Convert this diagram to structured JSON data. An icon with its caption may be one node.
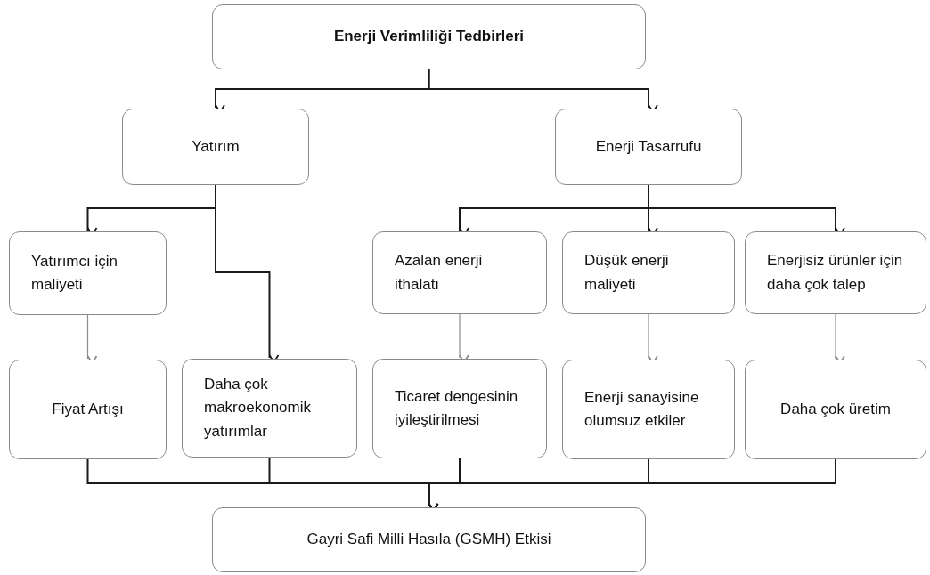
{
  "diagram": {
    "nodes": [
      {
        "text": [
          "Enerji Verimliliği Tedbirleri"
        ]
      },
      {
        "text": [
          "Yatırım"
        ]
      },
      {
        "text": [
          "Enerji Tasarrufu"
        ]
      },
      {
        "text": [
          "Yatırımcı için maliyeti"
        ]
      },
      {
        "text": [
          "Azalan enerji ithalatı"
        ]
      },
      {
        "text": [
          "Düşük enerji maliyeti"
        ]
      },
      {
        "text": [
          "Enerjisiz ürünler için daha çok talep"
        ]
      },
      {
        "text": [
          "Fiyat Artışı"
        ]
      },
      {
        "text": [
          "Daha çok makroekonomik yatırımlar"
        ]
      },
      {
        "text": [
          "Ticaret dengesinin iyileştirilmesi"
        ]
      },
      {
        "text": [
          "Enerji sanayisine olumsuz etkiler"
        ]
      },
      {
        "text": [
          "Daha çok üretim"
        ]
      },
      {
        "text": [
          "Gayri Safi Milli Hasıla (GSMH) Etkisi"
        ]
      }
    ],
    "edges": [
      {
        "from": 0,
        "to": 1,
        "arrow": "to"
      },
      {
        "from": 0,
        "to": 2,
        "arrow": "to"
      },
      {
        "from": 1,
        "to": 3,
        "arrow": "to"
      },
      {
        "from": 1,
        "to": 8,
        "arrow": "to"
      },
      {
        "from": 2,
        "to": 4,
        "arrow": "to"
      },
      {
        "from": 2,
        "to": 5,
        "arrow": "to"
      },
      {
        "from": 2,
        "to": 6,
        "arrow": "to"
      },
      {
        "from": 3,
        "to": 7,
        "arrow": "to",
        "color": "#8c8c8c"
      },
      {
        "from": 4,
        "to": 9,
        "arrow": "to",
        "color": "#8c8c8c"
      },
      {
        "from": 5,
        "to": 10,
        "arrow": "to",
        "color": "#8c8c8c"
      },
      {
        "from": 6,
        "to": 11,
        "arrow": "to",
        "color": "#8c8c8c"
      },
      {
        "from": 7,
        "to": 12,
        "arrow": "to"
      },
      {
        "from": 8,
        "to": 12,
        "arrow": "to"
      },
      {
        "from": 9,
        "to": 12,
        "arrow": "to"
      },
      {
        "from": 10,
        "to": 12,
        "arrow": "to"
      },
      {
        "from": 11,
        "to": 12,
        "arrow": "to"
      }
    ]
  }
}
